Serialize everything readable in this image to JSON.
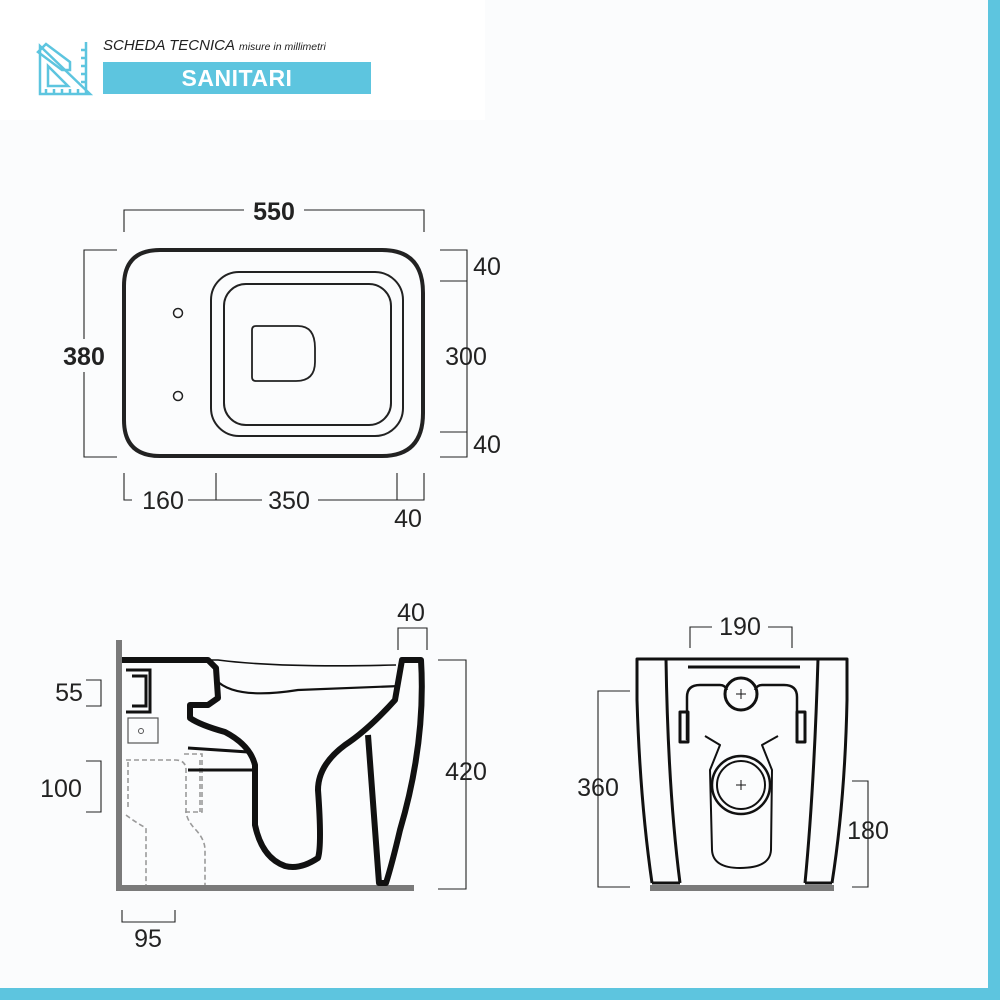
{
  "header": {
    "title": "SCHEDA TECNICA",
    "subtitle": "misure in millimetri",
    "category": "SANITARI"
  },
  "icons": {
    "logo": "ruler-set-square-pencil-icon"
  },
  "colors": {
    "accent": "#5dc5df",
    "line": "#222222",
    "ghost": "#9a9a9a"
  },
  "top_view": {
    "overall_width": "550",
    "overall_depth": "380",
    "rim_front": "40",
    "opening_depth": "300",
    "rim_back": "40",
    "bottom_a": "160",
    "bottom_b": "350",
    "bottom_c": "40"
  },
  "side_view": {
    "rim_width": "40",
    "upper_connection": "55",
    "lower_connection": "100",
    "height": "420",
    "wall_distance": "95"
  },
  "front_view": {
    "top_width": "190",
    "outlet_height": "360",
    "inlet_height": "180"
  }
}
